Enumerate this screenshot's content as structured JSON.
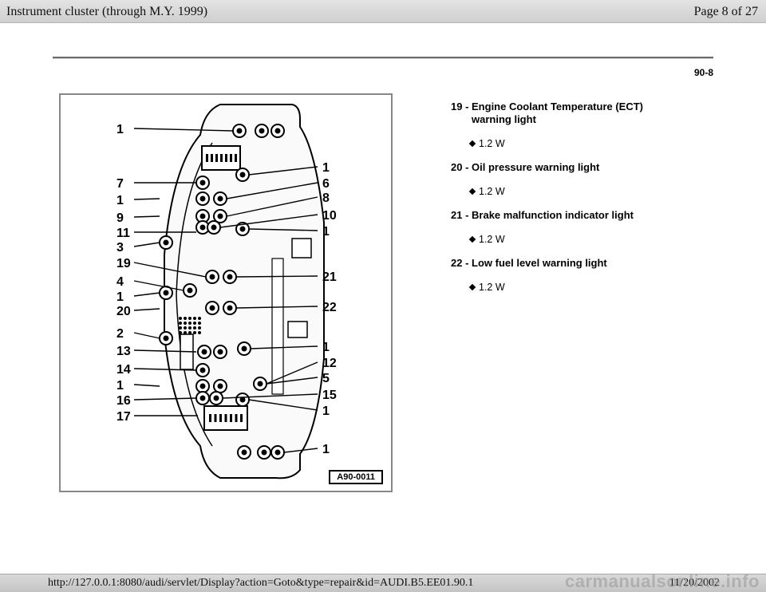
{
  "header": {
    "title": "Instrument cluster (through M.Y. 1999)",
    "page_indicator": "Page 8 of 27"
  },
  "page_number": "90-8",
  "figure": {
    "code": "A90-0011",
    "left_callouts": [
      "1",
      "7",
      "1",
      "9",
      "11",
      "3",
      "19",
      "4",
      "1",
      "20",
      "2",
      "13",
      "14",
      "1",
      "16",
      "17"
    ],
    "right_callouts": [
      "1",
      "6",
      "8",
      "10",
      "1",
      "21",
      "22",
      "1",
      "12",
      "5",
      "15",
      "1",
      "1"
    ]
  },
  "legend": [
    {
      "number": "19 - ",
      "title": "Engine Coolant Temperature (ECT) warning light",
      "spec": "1.2 W"
    },
    {
      "number": "20 - ",
      "title": "Oil pressure warning light",
      "spec": "1.2 W"
    },
    {
      "number": "21 - ",
      "title": "Brake malfunction indicator light",
      "spec": "1.2 W"
    },
    {
      "number": "22 - ",
      "title": "Low fuel level warning light",
      "spec": "1.2 W"
    }
  ],
  "footer": {
    "url": "http://127.0.0.1:8080/audi/servlet/Display?action=Goto&type=repair&id=AUDI.B5.EE01.90.1",
    "date": "11/20/2002",
    "watermark": "carmanualsonline.info"
  }
}
